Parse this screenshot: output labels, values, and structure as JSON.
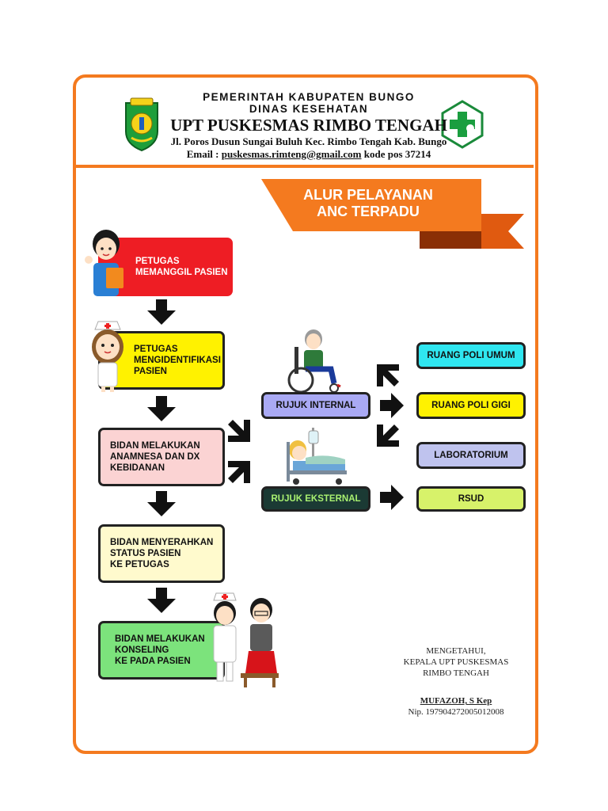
{
  "header": {
    "line1": "PEMERINTAH KABUPATEN BUNGO",
    "line2": "DINAS KESEHATAN",
    "title": "UPT PUSKESMAS RIMBO TENGAH",
    "address": "Jl. Poros Dusun Sungai Buluh Kec. Rimbo Tengah Kab. Bungo",
    "email_label": "Email :",
    "email": "puskesmas.rimteng@gmail.com",
    "postal": "kode pos 37214"
  },
  "banner": {
    "line1": "ALUR PELAYANAN",
    "line2": "ANC TERPADU"
  },
  "flow": {
    "step1": "PETUGAS\nMEMANGGIL PASIEN",
    "step2": "PETUGAS\nMENGIDENTIFIKASI\nPASIEN",
    "step3": "BIDAN MELAKUKAN\nANAMNESA DAN DX\nKEBIDANAN",
    "step4": "BIDAN MENYERAHKAN\nSTATUS PASIEN\nKE PETUGAS",
    "step5": "BIDAN MELAKUKAN\nKONSELING\nKE PADA PASIEN",
    "rujuk_internal": "RUJUK INTERNAL",
    "rujuk_eksternal": "RUJUK EKSTERNAL",
    "poli_umum": "RUANG POLI UMUM",
    "poli_gigi": "RUANG POLI GIGI",
    "laboratorium": "LABORATORIUM",
    "rsud": "RSUD"
  },
  "signature": {
    "line1": "MENGETAHUI,",
    "line2": "KEPALA UPT PUSKESMAS",
    "line3": "RIMBO TENGAH",
    "name": "MUFAZOH, S Kep",
    "nip": "Nip. 197904272005012008"
  },
  "colors": {
    "frame": "#f47a1f",
    "red_box": "#ee1d24",
    "yellow_box": "#fff200",
    "pink_box": "#fbd3d3",
    "cream_box": "#fffacd",
    "green_box": "#7ce37c",
    "purple_box": "#a9a9f4",
    "dark_box": "#1b3a34",
    "cyan_box": "#2fe6f0",
    "lime_box": "#d7f26a",
    "lavender_box": "#bfc3ee"
  },
  "icons": [
    "bungo-regency-crest-logo",
    "puskesmas-cross-logo",
    "receptionist-illustration",
    "nurse-illustration",
    "wheelchair-patient-illustration",
    "hospital-bed-patient-illustration",
    "nurse-doctor-counseling-illustration",
    "down-arrow-icon",
    "right-arrow-icon",
    "diagonal-arrow-icon"
  ]
}
